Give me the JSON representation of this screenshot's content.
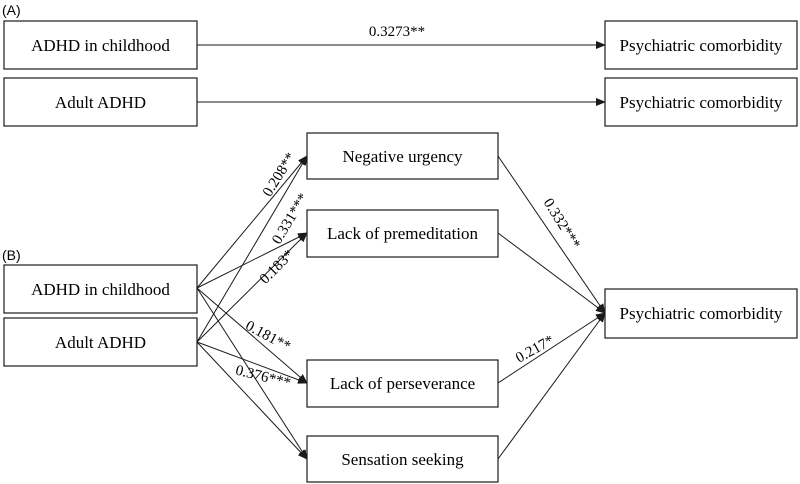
{
  "panels": {
    "a": {
      "label": "(A)",
      "rows": [
        {
          "from": "ADHD in childhood",
          "to": "Psychiatric comorbidity",
          "coef": "0.3273**"
        },
        {
          "from": "Adult ADHD",
          "to": "Psychiatric comorbidity",
          "coef": ""
        }
      ]
    },
    "b": {
      "label": "(B)",
      "predictors": [
        "ADHD in childhood",
        "Adult ADHD"
      ],
      "mediators": [
        "Negative urgency",
        "Lack of premeditation",
        "Lack of perseverance",
        "Sensation seeking"
      ],
      "outcome": "Psychiatric comorbidity",
      "coefficients": {
        "adult_to_negative_urgency": "0.208**",
        "childhood_to_negative_urgency": "0.331***",
        "childhood_to_lack_of_premeditation": "0.183*",
        "childhood_to_lack_of_perseverance": "0.181**",
        "adult_to_lack_of_perseverance": "0.376***",
        "negative_urgency_to_outcome": "0.332***",
        "lack_of_perseverance_to_outcome": "0.217*"
      }
    }
  }
}
